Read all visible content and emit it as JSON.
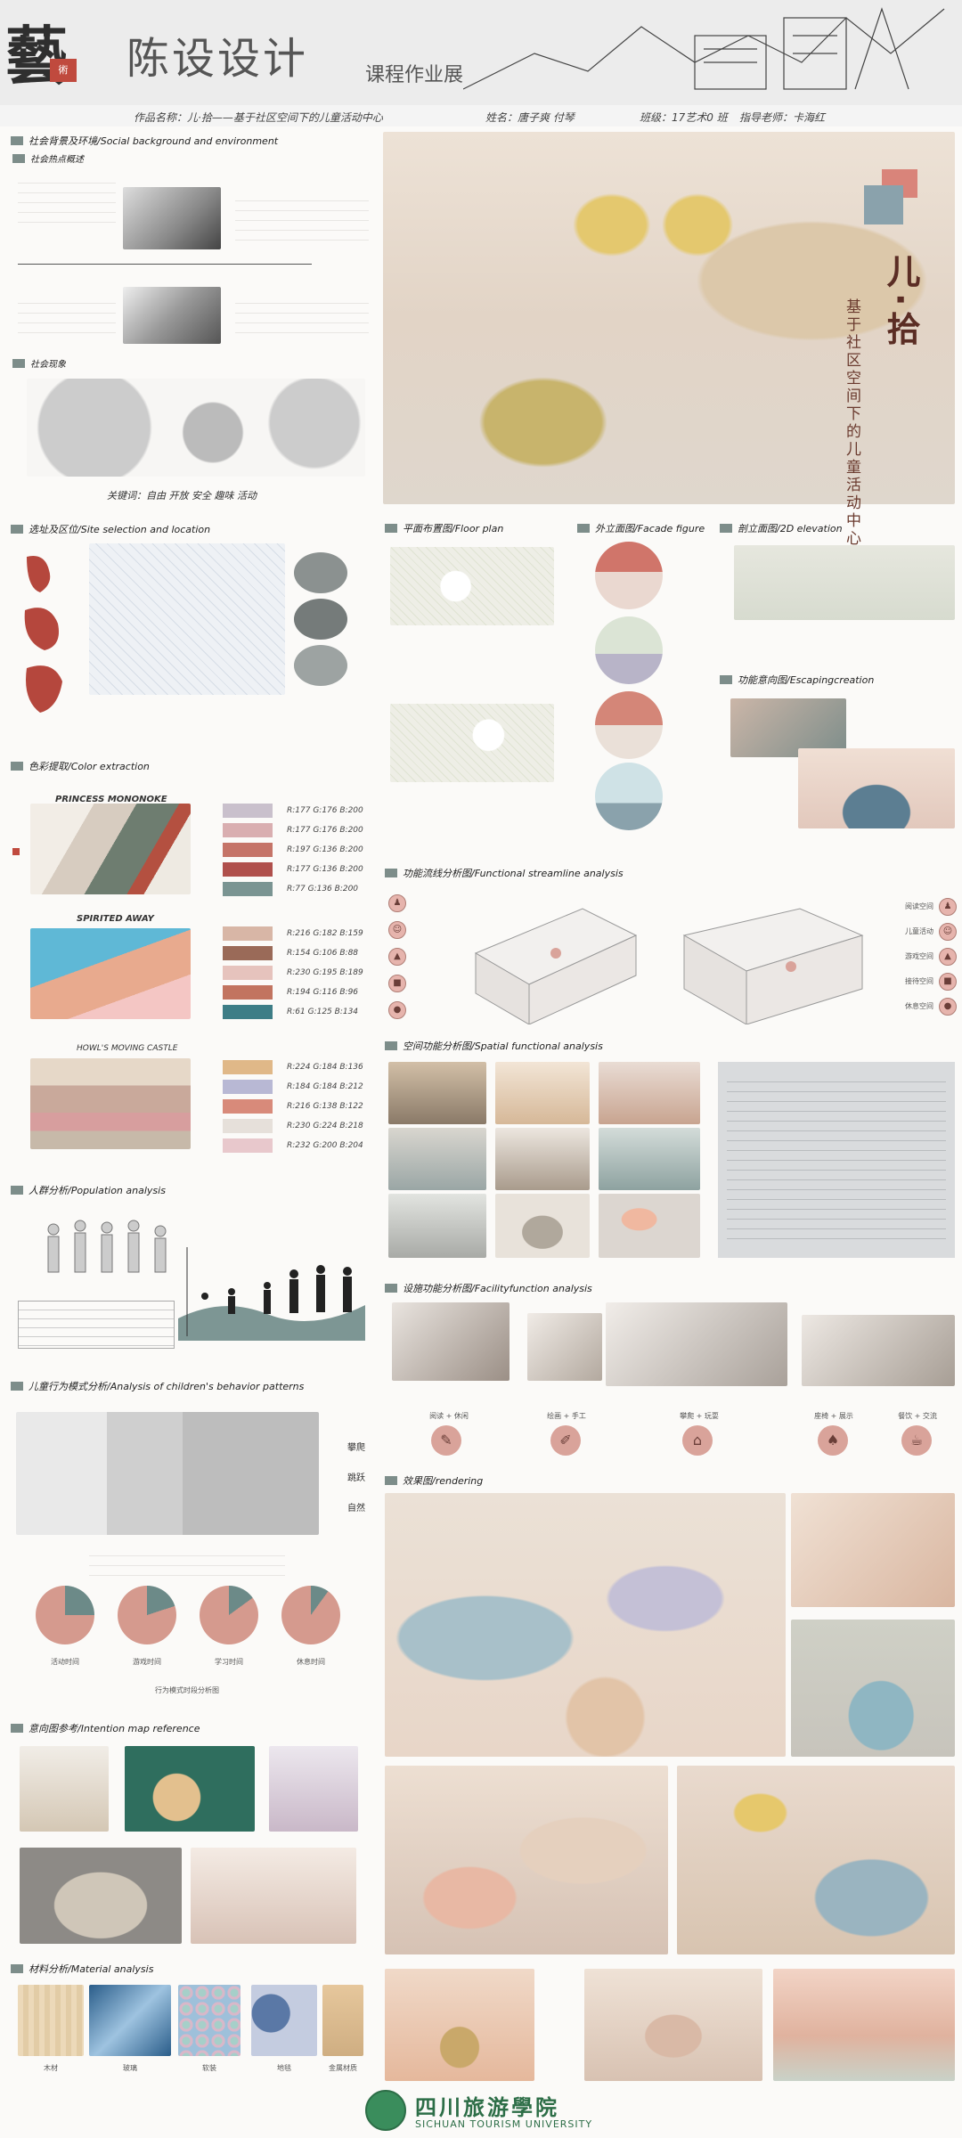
{
  "header": {
    "logo_char": "藝",
    "seal_text": "術",
    "title": "陈设设计",
    "subtitle": "课程作业展"
  },
  "info_bar": {
    "work": "作品名称：儿·拾——基于社区空间下的儿童活动中心",
    "name": "姓名：唐子爽 付琴",
    "class": "班级：17艺术0 班",
    "teacher": "指导老师：卡海红"
  },
  "sections": {
    "social": "社会背景及环境/Social background and environment",
    "social_sub1": "社会热点概述",
    "social_sub2": "社会现象",
    "keywords": "关键词：自由 开放 安全 趣味 活动",
    "site": "选址及区位/Site selection and location",
    "color": "色彩提取/Color extraction",
    "population": "人群分析/Population analysis",
    "behavior": "儿童行为模式分析/Analysis of children's behavior patterns",
    "intention": "意向图参考/Intention map reference",
    "material": "材料分析/Material analysis",
    "floor": "平面布置图/Floor plan",
    "facade": "外立面图/Facade figure",
    "elevation": "剖立面图/2D elevation",
    "escape": "功能意向图/Escapingcreation",
    "streamline": "功能流线分析图/Functional streamline analysis",
    "spatial": "空间功能分析图/Spatial functional analysis",
    "facility": "设施功能分析图/Facilityfunction analysis",
    "render": "效果图/rendering"
  },
  "vertical_title": {
    "big": "儿·拾",
    "small": "基于社区空间下的儿童活动中心"
  },
  "color_groups": [
    {
      "name": "PRINCESS MONONOKE",
      "swatches": [
        "#c9c0cc",
        "#d9aeb0",
        "#c57468",
        "#b0504c",
        "#7a9492"
      ],
      "labels": [
        "R:177 G:176 B:200",
        "R:177 G:176 B:200",
        "R:197 G:136 B:200",
        "R:177 G:136 B:200",
        "R:77 G:136 B:200"
      ]
    },
    {
      "name": "SPIRITED AWAY",
      "swatches": [
        "#d8b6a6",
        "#9a6a58",
        "#e6c3bd",
        "#c27460",
        "#3d7d86"
      ],
      "labels": [
        "R:216 G:182 B:159",
        "R:154 G:106 B:88",
        "R:230 G:195 B:189",
        "R:194 G:116 B:96",
        "R:61 G:125 B:134"
      ]
    },
    {
      "name": "HOWL'S MOVING CASTLE",
      "swatches": [
        "#e0b888",
        "#b8b8d4",
        "#d88a7a",
        "#e6e0da",
        "#e8c8cc"
      ],
      "labels": [
        "R:224 G:184 B:136",
        "R:184 G:184 B:212",
        "R:216 G:138 B:122",
        "R:230 G:224 B:218",
        "R:232 G:200 B:204"
      ]
    }
  ],
  "behavior_labels": [
    "攀爬",
    "跳跃",
    "自然"
  ],
  "pie_labels": [
    "活动时间",
    "游戏时间",
    "学习时间",
    "休息时间"
  ],
  "behavior_caption": "行为模式时段分析图",
  "material_labels": [
    "木材",
    "玻璃",
    "软装",
    "地毯",
    "金属材质"
  ],
  "facility_labels": [
    "阅读 + 休闲",
    "绘画 + 手工",
    "攀爬 + 玩耍",
    "座椅 + 展示",
    "餐饮 + 交流"
  ],
  "streamline_labels": [
    "阅读空间",
    "儿童活动",
    "游戏空间",
    "接待空间",
    "休息空间"
  ],
  "footer": {
    "school_cn": "四川旅游學院",
    "school_en": "SICHUAN TOURISM UNIVERSITY"
  },
  "colors": {
    "accent": "#7d8d8a",
    "rose": "#c9867b",
    "blue": "#8aa2ac",
    "bg": "#fbfaf8"
  }
}
